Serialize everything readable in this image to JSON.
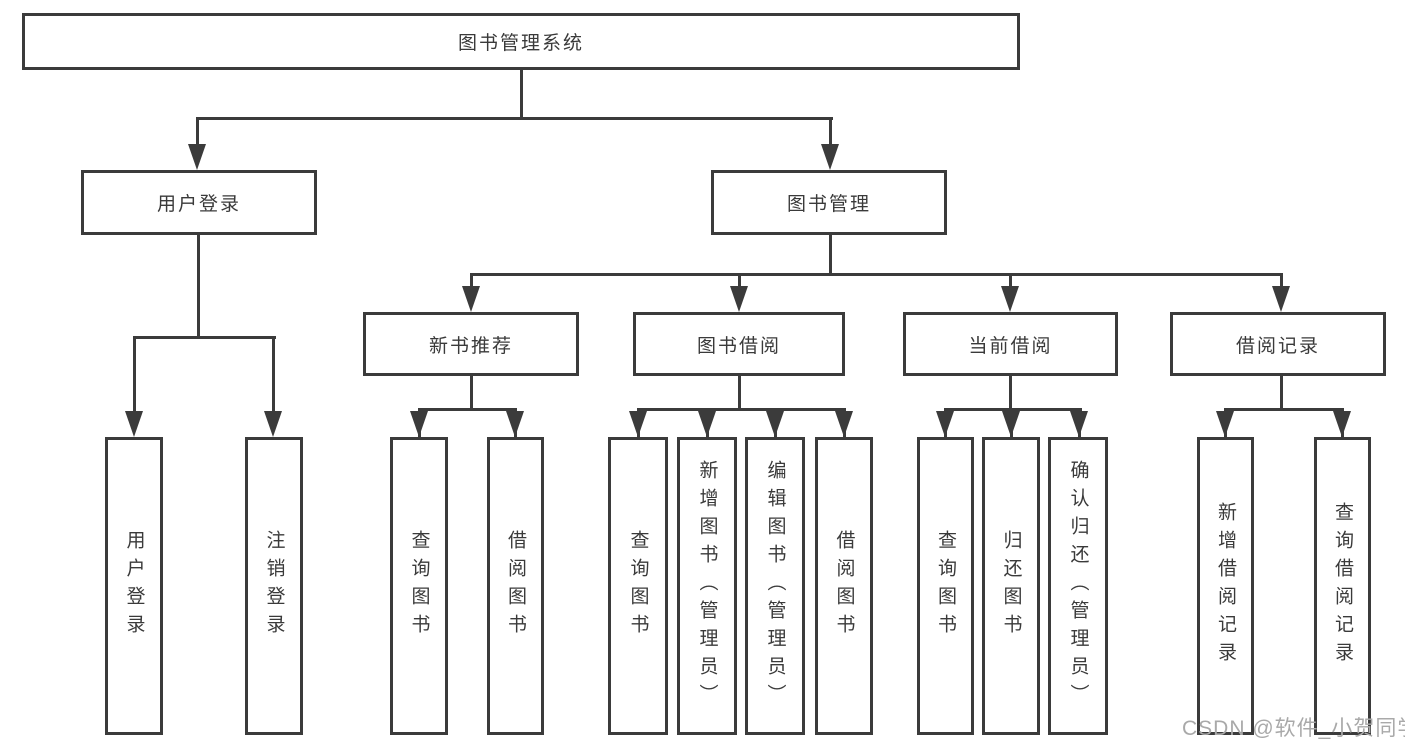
{
  "diagram": {
    "title_node": "图书管理系统",
    "root": {
      "label": "图书管理系统"
    },
    "login": {
      "label": "用户登录",
      "children": [
        {
          "label": "用户登录"
        },
        {
          "label": "注销登录"
        }
      ]
    },
    "management": {
      "label": "图书管理",
      "groups": [
        {
          "label": "新书推荐",
          "children": [
            {
              "label": "查询图书"
            },
            {
              "label": "借阅图书"
            }
          ]
        },
        {
          "label": "图书借阅",
          "children": [
            {
              "label": "查询图书"
            },
            {
              "label": "新增图书（管理员）"
            },
            {
              "label": "编辑图书（管理员）"
            },
            {
              "label": "借阅图书"
            }
          ]
        },
        {
          "label": "当前借阅",
          "children": [
            {
              "label": "查询图书"
            },
            {
              "label": "归还图书"
            },
            {
              "label": "确认归还（管理员）"
            }
          ]
        },
        {
          "label": "借阅记录",
          "children": [
            {
              "label": "新增借阅记录"
            },
            {
              "label": "查询借阅记录"
            }
          ]
        }
      ]
    }
  },
  "colors": {
    "line": "#3b3b3b",
    "text": "#3a3a3a",
    "watermark": "#a9a9a9",
    "background": "#ffffff"
  },
  "watermark": {
    "text": "CSDN @软件_小贺同学"
  }
}
